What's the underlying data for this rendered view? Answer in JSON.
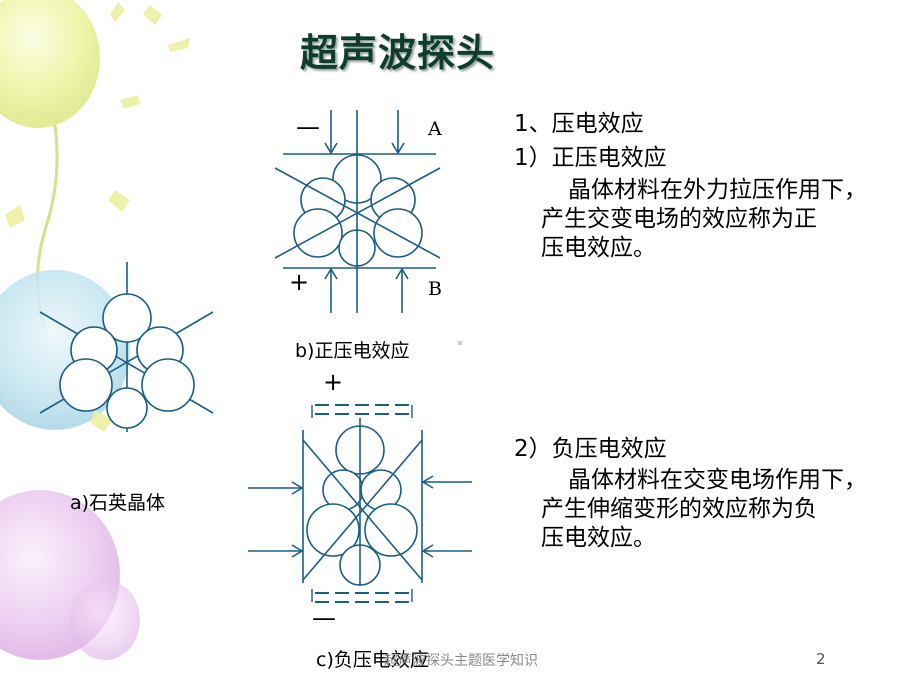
{
  "title": "超声波探头",
  "section": {
    "heading": "1、压电效应",
    "item1": {
      "heading": "1）正压电效应",
      "lines": [
        "晶体材料在外力拉压作用下，",
        "产生交变电场的效应称为正",
        "压电效应。"
      ]
    },
    "item2": {
      "heading": "2）负压电效应",
      "lines": [
        "晶体材料在交变电场作用下，",
        "产生伸缩变形的效应称为负",
        "压电效应。"
      ]
    }
  },
  "figures": {
    "a_caption": "a)石英晶体",
    "b_caption": "b)正压电效应",
    "c_caption": "c)负压电效应",
    "b_minus": "—",
    "b_plus": "+",
    "b_label_a": "A",
    "b_label_b": "B",
    "c_plus": "+",
    "c_minus": "—"
  },
  "footer": {
    "text": "超声波探头主题医学知识",
    "page": "2"
  },
  "colors": {
    "title": "#0d3d2f",
    "diagram_line": "#1a5e86",
    "text": "#000000"
  }
}
